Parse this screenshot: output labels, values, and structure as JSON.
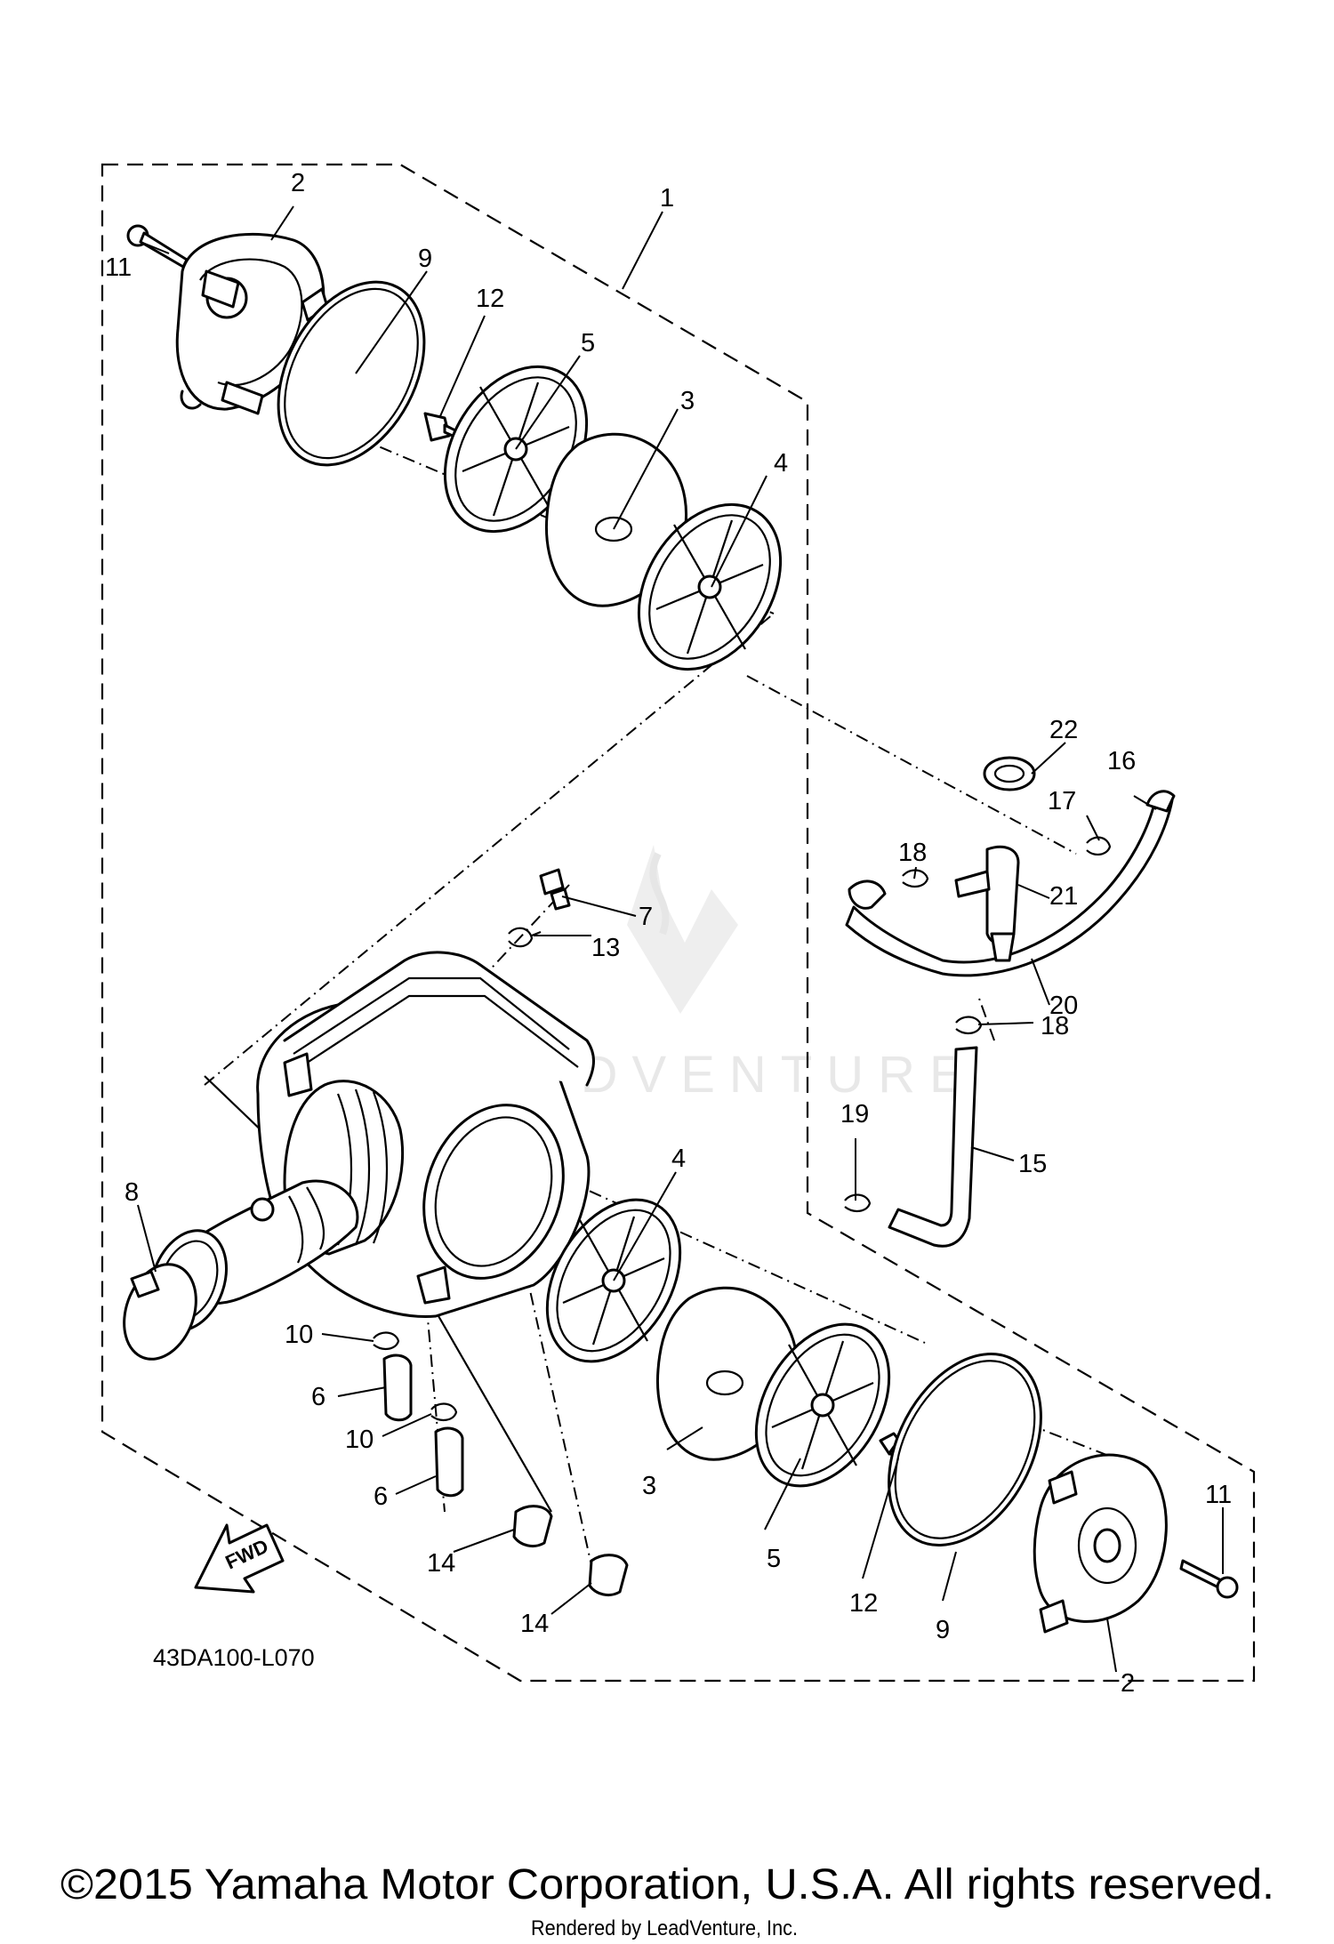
{
  "diagram": {
    "part_labels": [
      {
        "id": "lbl-1",
        "text": "1"
      },
      {
        "id": "lbl-2-top",
        "text": "2"
      },
      {
        "id": "lbl-3-top",
        "text": "3"
      },
      {
        "id": "lbl-4-top",
        "text": "4"
      },
      {
        "id": "lbl-5-top",
        "text": "5"
      },
      {
        "id": "lbl-7",
        "text": "7"
      },
      {
        "id": "lbl-8",
        "text": "8"
      },
      {
        "id": "lbl-9-top",
        "text": "9"
      },
      {
        "id": "lbl-11-top",
        "text": "11"
      },
      {
        "id": "lbl-12-top",
        "text": "12"
      },
      {
        "id": "lbl-13",
        "text": "13"
      },
      {
        "id": "lbl-16",
        "text": "16"
      },
      {
        "id": "lbl-17",
        "text": "17"
      },
      {
        "id": "lbl-18-a",
        "text": "18"
      },
      {
        "id": "lbl-18-b",
        "text": "18"
      },
      {
        "id": "lbl-19",
        "text": "19"
      },
      {
        "id": "lbl-20",
        "text": "20"
      },
      {
        "id": "lbl-21",
        "text": "21"
      },
      {
        "id": "lbl-22",
        "text": "22"
      },
      {
        "id": "lbl-15",
        "text": "15"
      },
      {
        "id": "lbl-4-bot",
        "text": "4"
      },
      {
        "id": "lbl-10-a",
        "text": "10"
      },
      {
        "id": "lbl-6-a",
        "text": "6"
      },
      {
        "id": "lbl-10-b",
        "text": "10"
      },
      {
        "id": "lbl-6-b",
        "text": "6"
      },
      {
        "id": "lbl-3-bot",
        "text": "3"
      },
      {
        "id": "lbl-5-bot",
        "text": "5"
      },
      {
        "id": "lbl-14-a",
        "text": "14"
      },
      {
        "id": "lbl-14-b",
        "text": "14"
      },
      {
        "id": "lbl-12-bot",
        "text": "12"
      },
      {
        "id": "lbl-9-bot",
        "text": "9"
      },
      {
        "id": "lbl-11-bot",
        "text": "11"
      },
      {
        "id": "lbl-2-bot",
        "text": "2"
      }
    ],
    "fwd_label": "FWD",
    "diagram_code": "43DA100-L070",
    "watermark": "LEADVENTURE"
  },
  "footer": {
    "copyright": "©2015 Yamaha Motor Corporation, U.S.A. All rights reserved.",
    "rendered_by": "Rendered by LeadVenture, Inc."
  }
}
